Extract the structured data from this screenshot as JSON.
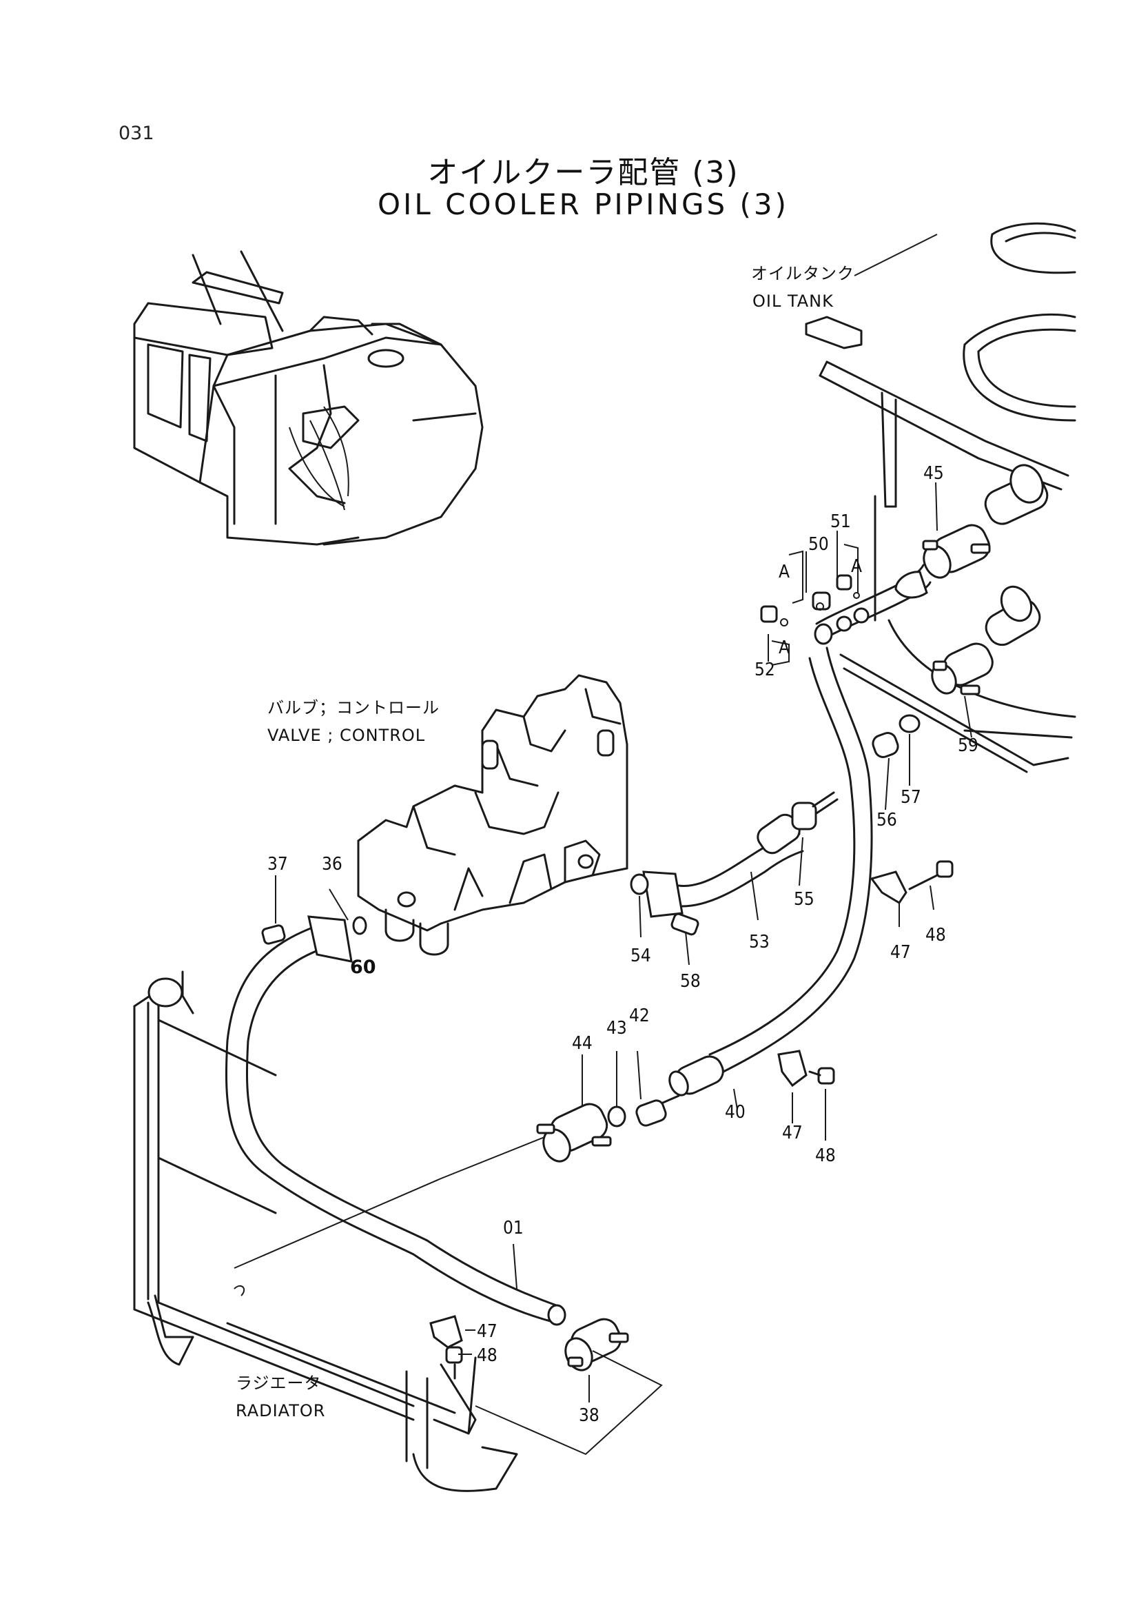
{
  "page_number": "031",
  "title_jp": "オイルクーラ配管 (3)",
  "title_en": "OIL COOLER PIPINGS (3)",
  "callouts": {
    "oil_tank_jp": "オイルタンク",
    "oil_tank_en": "OIL TANK",
    "valve_jp": "バルブ；コントロール",
    "valve_en": "VALVE ; CONTROL",
    "radiator_jp": "ラジエータ",
    "radiator_en": "RADIATOR"
  },
  "part_labels": {
    "p45": "45",
    "p51": "51",
    "p50": "50",
    "pA1": "A",
    "pA2": "A",
    "pA3": "A",
    "p52": "52",
    "p59": "59",
    "p57": "57",
    "p56": "56",
    "p55": "55",
    "p48a": "48",
    "p47a": "47",
    "p53": "53",
    "p54": "54",
    "p58": "58",
    "p36": "36",
    "p37": "37",
    "p60": "60",
    "p44": "44",
    "p43": "43",
    "p42": "42",
    "p40": "40",
    "p47b": "47",
    "p48b": "48",
    "p01": "01",
    "p47c": "47",
    "p48c": "48",
    "p38": "38"
  }
}
